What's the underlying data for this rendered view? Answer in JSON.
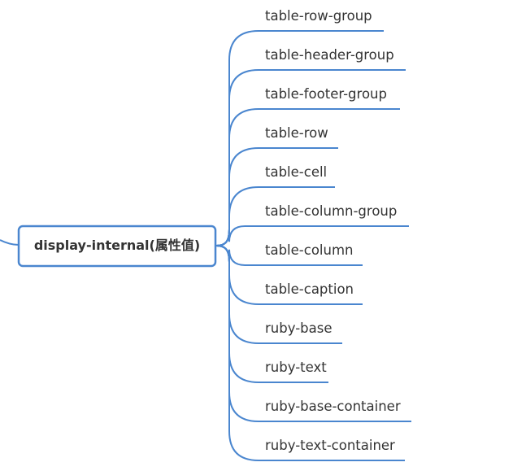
{
  "map": {
    "root": {
      "label": "display-internal(属性值)"
    },
    "branches": [
      {
        "label": "table-row-group"
      },
      {
        "label": "table-header-group"
      },
      {
        "label": "table-footer-group"
      },
      {
        "label": "table-row"
      },
      {
        "label": "table-cell"
      },
      {
        "label": "table-column-group"
      },
      {
        "label": "table-column"
      },
      {
        "label": "table-caption"
      },
      {
        "label": "ruby-base"
      },
      {
        "label": "ruby-text"
      },
      {
        "label": "ruby-base-container"
      },
      {
        "label": "ruby-text-container"
      }
    ],
    "colors": {
      "line": "#4a86cf",
      "text": "#333333",
      "node_fill": "#ffffff"
    }
  }
}
